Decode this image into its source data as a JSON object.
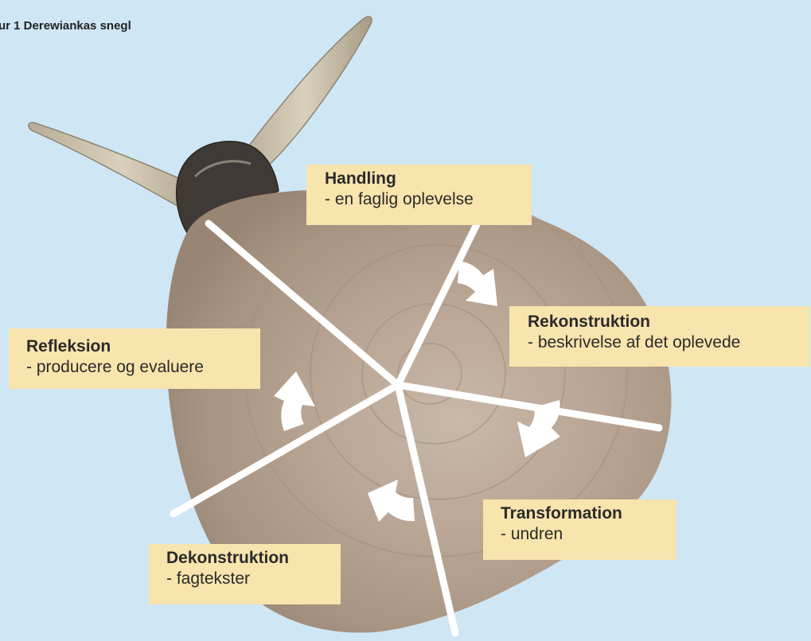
{
  "figure": {
    "title": "ur 1 Derewiankas snegl"
  },
  "colors": {
    "background": "#cfe6f5",
    "label_box": "#f8e4ad",
    "shell": "#b8a596",
    "arrow": "#ffffff"
  },
  "stages": [
    {
      "key": "handling",
      "heading": "Handling",
      "subtitle": "- en faglig oplevelse"
    },
    {
      "key": "rekonstruktion",
      "heading": "Rekonstruktion",
      "subtitle": "- beskrivelse af det oplevede"
    },
    {
      "key": "transformation",
      "heading": "Transformation",
      "subtitle": "- undren"
    },
    {
      "key": "dekonstruktion",
      "heading": "Dekonstruktion",
      "subtitle": "- fagtekster"
    },
    {
      "key": "refleksion",
      "heading": "Refleksion",
      "subtitle": "- producere og evaluere"
    }
  ],
  "icons": [
    "snail-illustration",
    "cycle-arrow-icon"
  ]
}
